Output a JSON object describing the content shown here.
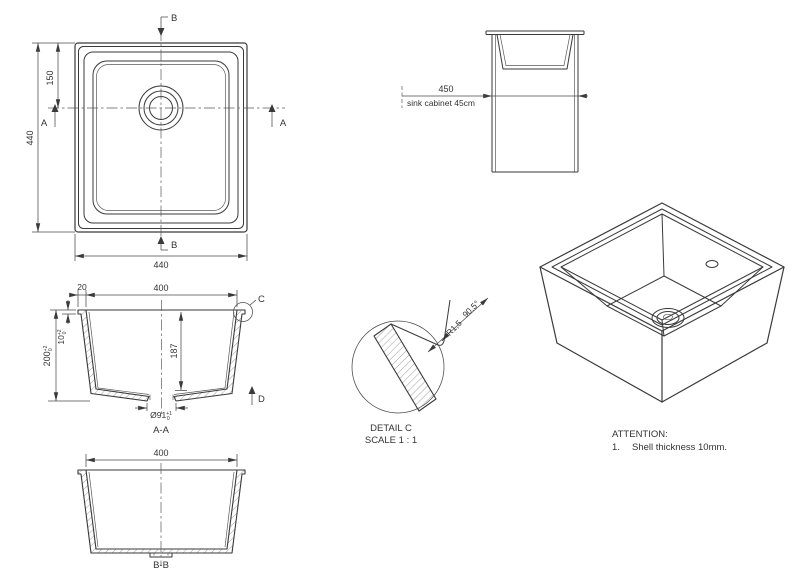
{
  "colors": {
    "line": "#3a3a3a",
    "background": "#ffffff"
  },
  "plan": {
    "section_a_left": "A",
    "section_a_right": "A",
    "section_b_top": "B",
    "section_b_bottom": "B",
    "dim_drain_from_top": "150",
    "dim_height": "440",
    "dim_width": "440"
  },
  "cabinet": {
    "dim_width": "450",
    "caption": "sink cabinet 45cm"
  },
  "section_aa": {
    "dim_rim": "20",
    "dim_opening": "400",
    "dim_rim_thickness": "10",
    "dim_rim_thickness_tol_up": "+2",
    "dim_rim_thickness_tol_dn": "0",
    "dim_depth": "200",
    "dim_depth_tol_up": "+2",
    "dim_depth_tol_dn": "0",
    "dim_inner_depth": "187",
    "dim_drain": "Ø91",
    "dim_drain_tol_up": "+1",
    "dim_drain_tol_dn": "0",
    "detail_marker": "C",
    "view_marker": "D",
    "title": "A-A"
  },
  "detail_c": {
    "radius": "R1,5",
    "angle": "90.5°",
    "title": "DETAIL C",
    "scale": "SCALE 1 : 1"
  },
  "section_bb": {
    "dim_opening": "400",
    "title": "B-B"
  },
  "attention": {
    "title": "ATTENTION:",
    "item_no": "1.",
    "item_text": "Shell thickness 10mm."
  }
}
